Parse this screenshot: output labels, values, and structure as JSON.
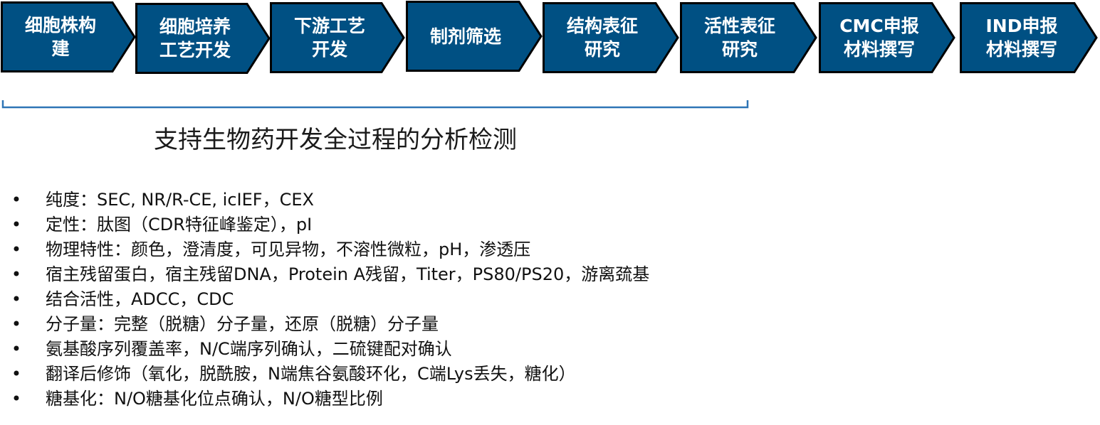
{
  "colors": {
    "box_fill": "#005083",
    "box_border": "#000000",
    "box_text": "#ffffff",
    "bracket": "#2e75b6",
    "text": "#111111"
  },
  "flow": {
    "steps": [
      {
        "label": "细胞株构\n建"
      },
      {
        "label": "细胞培养\n工艺开发"
      },
      {
        "label": "下游工艺\n开发"
      },
      {
        "label": "制剂筛选"
      },
      {
        "label": "结构表征\n研究"
      },
      {
        "label": "活性表征\n研究"
      },
      {
        "label": "CMC申报\n材料撰写"
      },
      {
        "label": "IND申报\n材料撰写"
      }
    ]
  },
  "caption": "支持生物药开发全过程的分析检测",
  "bullet_symbol": "•",
  "bullets": [
    "纯度：SEC, NR/R-CE, icIEF，CEX",
    "定性：肽图（CDR特征峰鉴定），pI",
    "物理特性：颜色，澄清度，可见异物，不溶性微粒，pH，渗透压",
    "宿主残留蛋白，宿主残留DNA，Protein A残留，Titer，PS80/PS20，游离巯基",
    "结合活性，ADCC，CDC",
    "分子量：完整（脱糖）分子量，还原（脱糖）分子量",
    "氨基酸序列覆盖率，N/C端序列确认，二硫键配对确认",
    "翻译后修饰（氧化，脱酰胺，N端焦谷氨酸环化，C端Lys丢失，糖化）",
    "糖基化：N/O糖基化位点确认，N/O糖型比例"
  ]
}
